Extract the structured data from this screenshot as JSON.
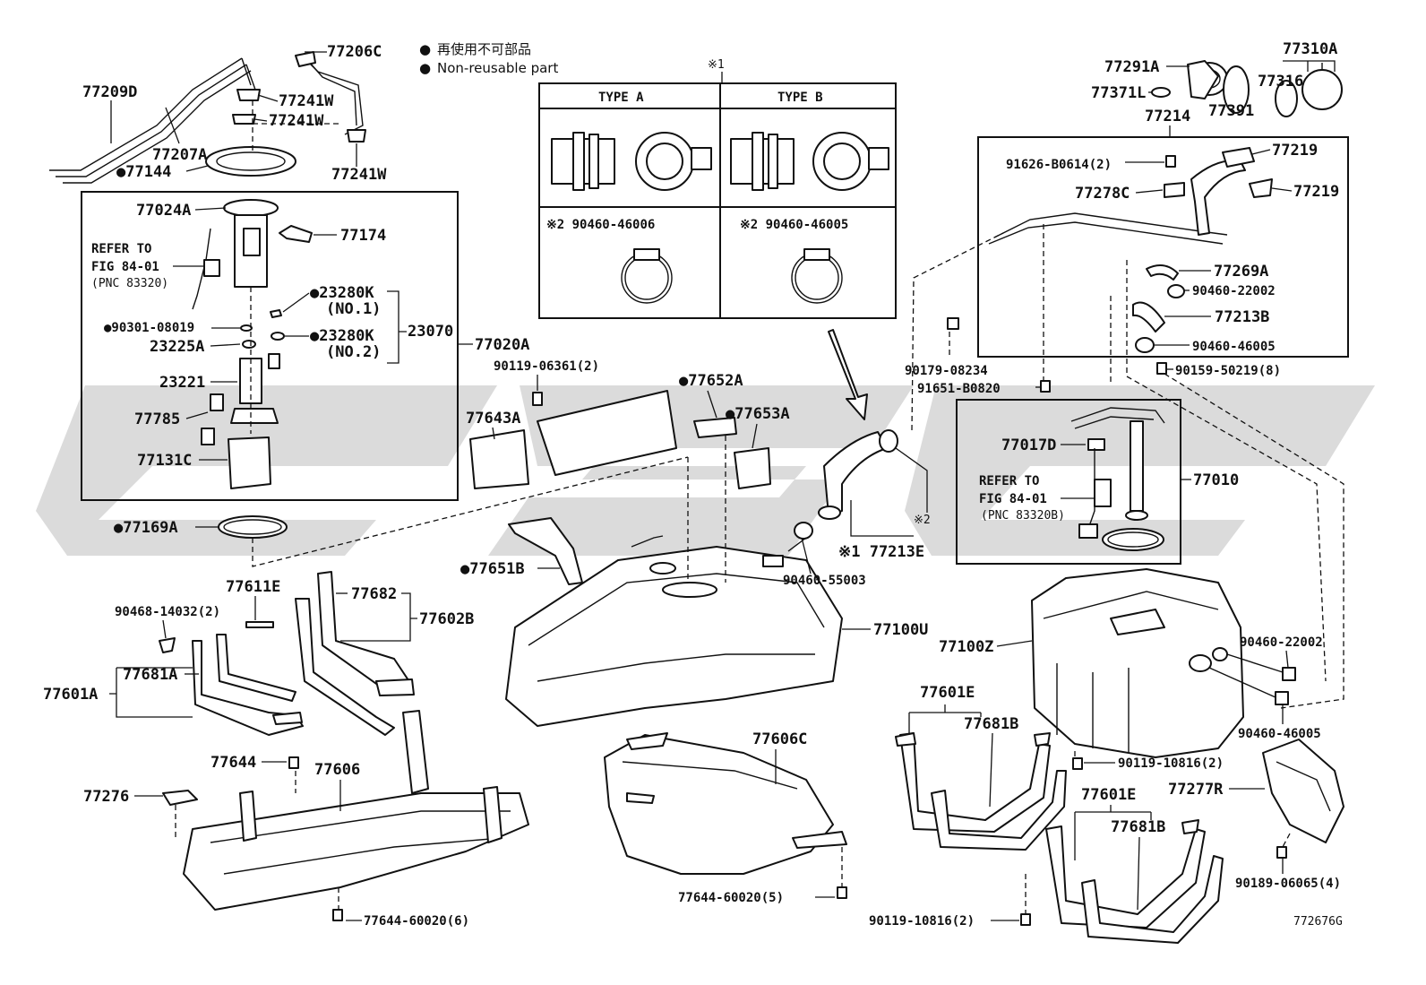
{
  "legend": {
    "symbol": "●",
    "jp": "再使用不可部品",
    "en": "Non-reusable part"
  },
  "note_marks": {
    "mark1": "※1",
    "mark2": "※2"
  },
  "inset": {
    "type_a": "TYPE  A",
    "type_b": "TYPE  B",
    "clamp_a": "※2 90460-46006",
    "clamp_b": "※2 90460-46005"
  },
  "labels": {
    "p77209D": "77209D",
    "p77206C": "77206C",
    "p77241W_1": "77241W",
    "p77241W_2": "77241W",
    "p77241W_3": "77241W",
    "p77207A": "77207A",
    "p77144": "●77144",
    "p77024A": "77024A",
    "p77174": "77174",
    "refer1_a": "REFER TO",
    "refer1_b": "FIG 84-01",
    "refer1_c": "(PNC 83320)",
    "p23280K_1": "●23280K",
    "p23280K_1n": "(NO.1)",
    "p90301": "●90301-08019",
    "p23280K_2": "●23280K",
    "p23280K_2n": "(NO.2)",
    "p23070": "23070",
    "p77020A": "77020A",
    "p23225A": "23225A",
    "p23221": "23221",
    "p77785": "77785",
    "p77131C": "77131C",
    "p77169A": "●77169A",
    "p90119_06361": "90119-06361(2)",
    "p77652A": "●77652A",
    "p77653A": "●77653A",
    "p77643A": "77643A",
    "p77651B": "●77651B",
    "p77611E": "77611E",
    "p90468": "90468-14032(2)",
    "p77682": "77682",
    "p77602B": "77602B",
    "p77681A": "77681A",
    "p77601A": "77601A",
    "p77644": "77644",
    "p77606": "77606",
    "p77276": "77276",
    "p77644_6": "77644-60020(6)",
    "p77100U": "77100U",
    "p77606C": "77606C",
    "p77644_5": "77644-60020(5)",
    "p90460_55003": "90460-55003",
    "p77213E": "※1 77213E",
    "mark2_hose": "※2",
    "p77291A": "77291A",
    "p77310A": "77310A",
    "p77316": "77316",
    "p77371L": "77371L",
    "p77391": "77391",
    "p77214": "77214",
    "p91626": "91626-B0614(2)",
    "p77219_1": "77219",
    "p77278C": "77278C",
    "p77219_2": "77219",
    "p77269A": "77269A",
    "p90460_22002_a": "90460-22002",
    "p77213B": "77213B",
    "p90460_46005_a": "90460-46005",
    "p90179": "90179-08234",
    "p90159": "90159-50219(8)",
    "p91651": "91651-B0820",
    "p77017D": "77017D",
    "refer2_a": "REFER TO",
    "refer2_b": "FIG 84-01",
    "refer2_c": "(PNC 83320B)",
    "p77010": "77010",
    "p77100Z": "77100Z",
    "p90460_22002_b": "90460-22002",
    "p90460_46005_b": "90460-46005",
    "p77601E_1": "77601E",
    "p77681B_1": "77681B",
    "p90119_10816_a": "90119-10816(2)",
    "p77277R": "77277R",
    "p77601E_2": "77601E",
    "p77681B_2": "77681B",
    "p90189": "90189-06065(4)",
    "p90119_10816_b": "90119-10816(2)",
    "figure_id": "772676G"
  }
}
